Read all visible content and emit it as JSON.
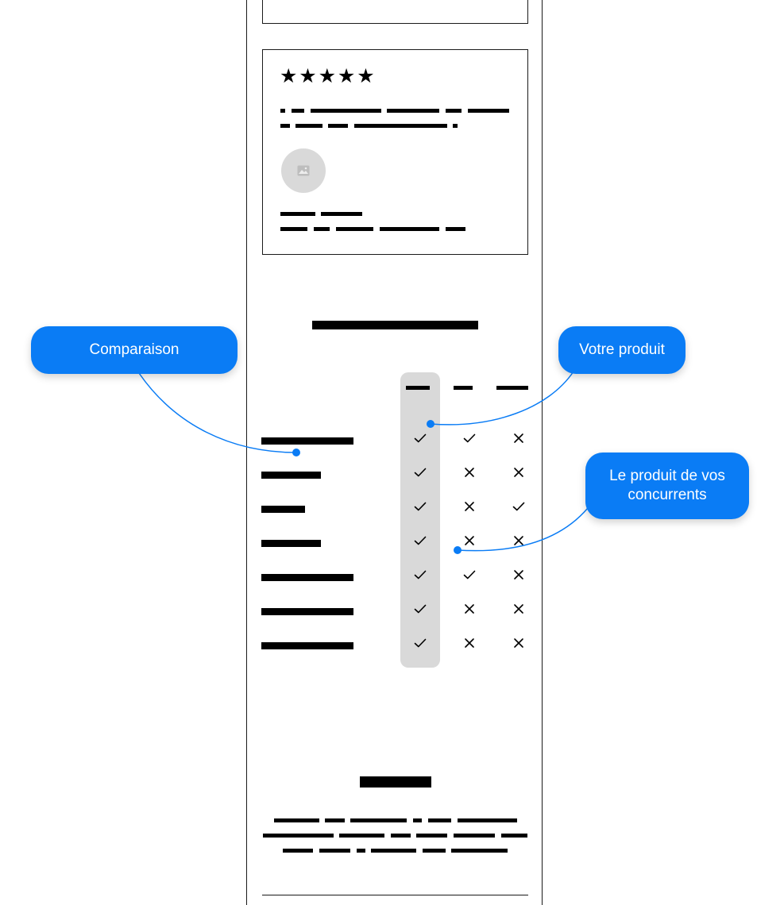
{
  "colors": {
    "accent": "#0a7cf5",
    "highlight_column": "#d9d9d9",
    "ink": "#000000"
  },
  "review_card": {
    "rating_stars": 5,
    "star_glyph": "★",
    "avatar_icon": "image-icon"
  },
  "comparison_table": {
    "columns": [
      "votre-produit",
      "concurrent-1",
      "concurrent-2"
    ],
    "rows": [
      [
        "check",
        "check",
        "cross"
      ],
      [
        "check",
        "cross",
        "cross"
      ],
      [
        "check",
        "cross",
        "check"
      ],
      [
        "check",
        "cross",
        "cross"
      ],
      [
        "check",
        "check",
        "cross"
      ],
      [
        "check",
        "cross",
        "cross"
      ],
      [
        "check",
        "cross",
        "cross"
      ]
    ]
  },
  "callouts": {
    "comparison": "Comparaison",
    "your_product": "Votre produit",
    "competitor_line1": "Le produit de vos",
    "competitor_line2": "concurrents"
  }
}
